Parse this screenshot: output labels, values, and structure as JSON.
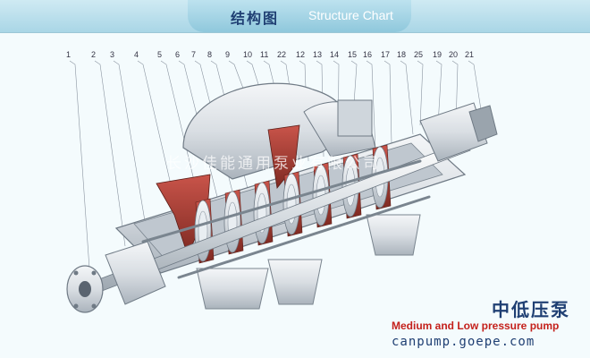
{
  "header": {
    "title_cn": "结构图",
    "title_en": "Structure Chart"
  },
  "part_numbers": [
    "1",
    "2",
    "3",
    "4",
    "5",
    "6",
    "7",
    "8",
    "9",
    "10",
    "11",
    "22",
    "12",
    "13",
    "14",
    "15",
    "16",
    "17",
    "18",
    "25",
    "19",
    "20",
    "21"
  ],
  "product": {
    "name_cn": "中低压泵",
    "name_en": "Medium and Low pressure pump"
  },
  "watermark": "长沙佳能通用泵业有限公司",
  "url": "canpump.goepe.com",
  "colors": {
    "header_bg": "#a9d6e6",
    "title_cn": "#1f3f73",
    "title_en": "#ffffff",
    "casing": "#e6eaee",
    "impeller_red": "#a23a2f",
    "label_red": "#c4211c"
  }
}
